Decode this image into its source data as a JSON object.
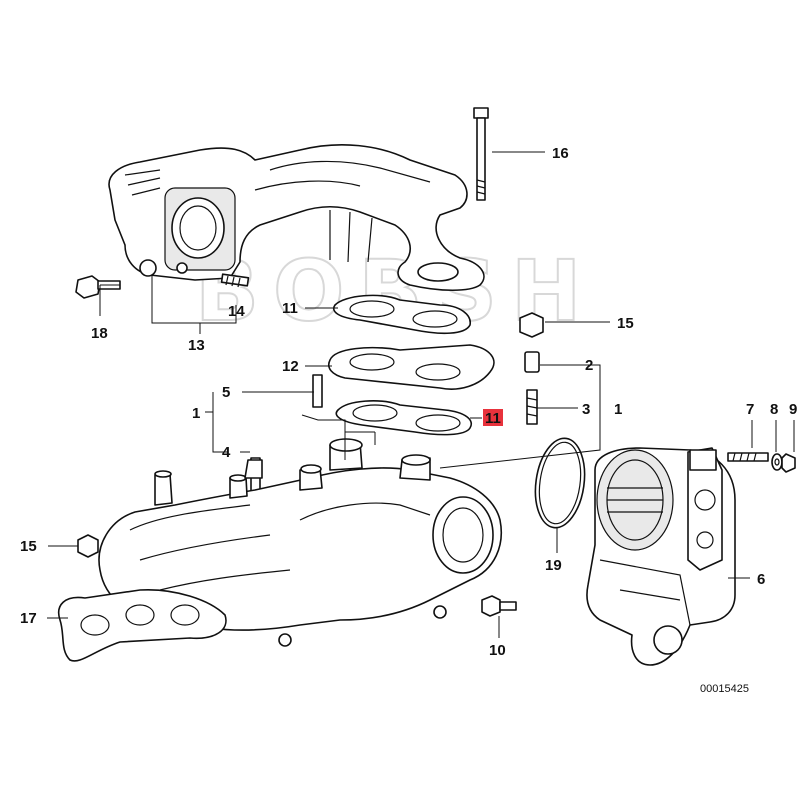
{
  "diagram": {
    "catalog_number": "00015425",
    "watermark": "BOBSH",
    "highlight_color": "#e8323c",
    "callouts": [
      {
        "id": "c16",
        "text": "16"
      },
      {
        "id": "c18",
        "text": "18"
      },
      {
        "id": "c14",
        "text": "14"
      },
      {
        "id": "c13",
        "text": "13"
      },
      {
        "id": "c11a",
        "text": "11"
      },
      {
        "id": "c15a",
        "text": "15"
      },
      {
        "id": "c12",
        "text": "12"
      },
      {
        "id": "c2",
        "text": "2"
      },
      {
        "id": "c5",
        "text": "5"
      },
      {
        "id": "c1a",
        "text": "1"
      },
      {
        "id": "c11b",
        "text": "11",
        "highlighted": true
      },
      {
        "id": "c3",
        "text": "3"
      },
      {
        "id": "c1b",
        "text": "1"
      },
      {
        "id": "c4",
        "text": "4"
      },
      {
        "id": "c7",
        "text": "7"
      },
      {
        "id": "c8",
        "text": "8"
      },
      {
        "id": "c9",
        "text": "9"
      },
      {
        "id": "c15b",
        "text": "15"
      },
      {
        "id": "c19",
        "text": "19"
      },
      {
        "id": "c6",
        "text": "6"
      },
      {
        "id": "c17",
        "text": "17"
      },
      {
        "id": "c10",
        "text": "10"
      }
    ]
  }
}
